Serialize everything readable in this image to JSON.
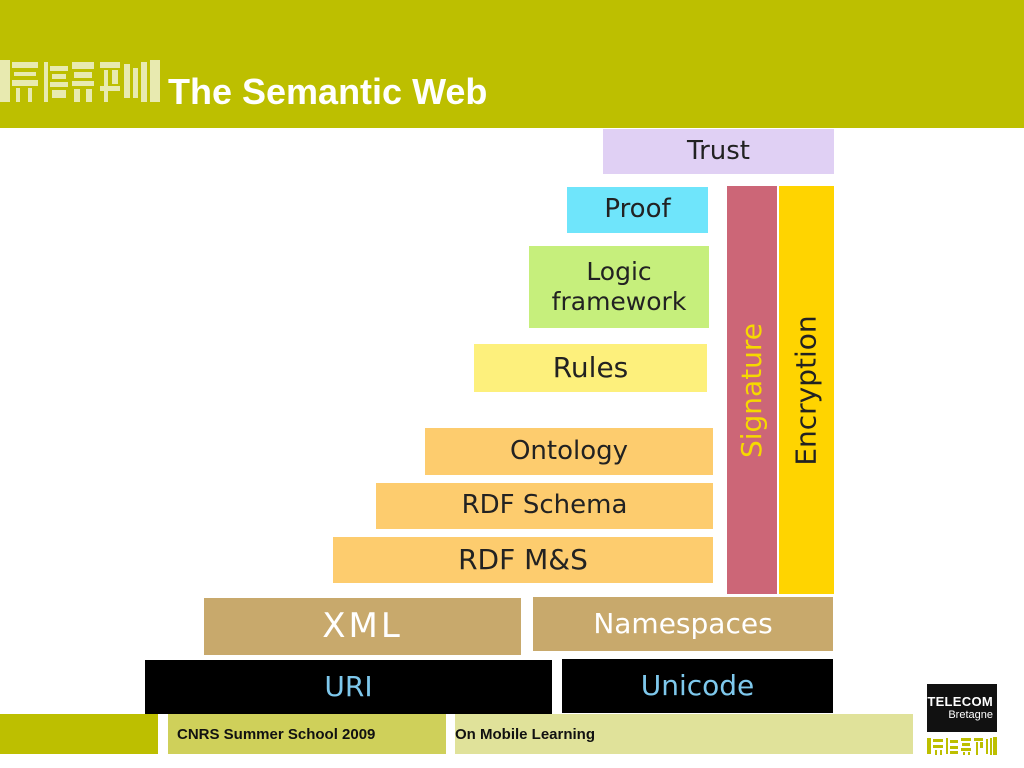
{
  "header": {
    "title": "The Semantic Web",
    "background": "#bdbf00"
  },
  "diagram": {
    "layers": {
      "trust": "Trust",
      "proof": "Proof",
      "logic_line1": "Logic",
      "logic_line2": "framework",
      "rules": "Rules",
      "ontology": "Ontology",
      "rdf_schema": "RDF Schema",
      "rdf_ms": "RDF M&S",
      "xml": "XML",
      "namespaces": "Namespaces",
      "uri": "URI",
      "unicode": "Unicode",
      "signature": "Signature",
      "encryption": "Encryption"
    },
    "colors": {
      "trust": "#e0d0f4",
      "proof": "#6fe5fb",
      "logic": "#c6ef7c",
      "rules": "#fdf07c",
      "rdf": "#fdcc6e",
      "xml": "#c8a96c",
      "base": "#000000",
      "signature": "#cc6677",
      "encryption": "#ffd400"
    }
  },
  "footer": {
    "event": "CNRS Summer School 2009",
    "topic": "On Mobile Learning"
  },
  "logo": {
    "line1": "TELECOM",
    "line2": "Bretagne"
  }
}
